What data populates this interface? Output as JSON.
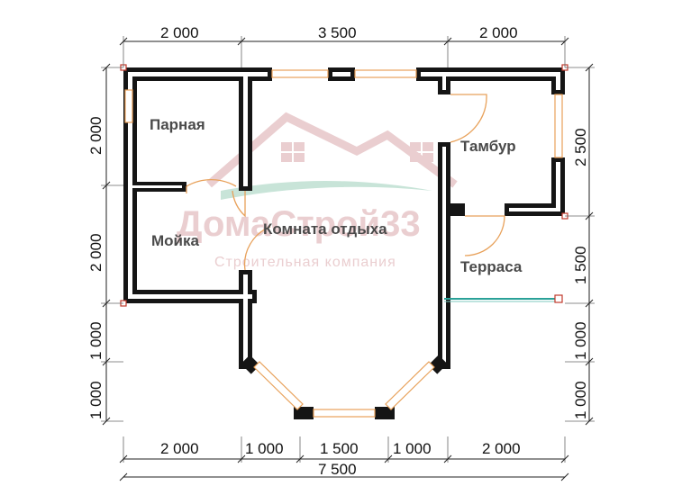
{
  "rooms": {
    "parnaya": "Парная",
    "moyka": "Мойка",
    "komnata": "Комната отдыха",
    "tambur": "Тамбур",
    "terrasa": "Терраса"
  },
  "dims": {
    "top": [
      "2 000",
      "3 500",
      "2 000"
    ],
    "bottom": [
      "2 000",
      "1 000",
      "1 500",
      "1 000",
      "2 000"
    ],
    "total": "7 500",
    "left": [
      "2 000",
      "2 000",
      "1 000",
      "1 000"
    ],
    "right": [
      "2 500",
      "1 500",
      "1 000",
      "1 000"
    ]
  },
  "watermark": {
    "title": "ДомаСтрой33",
    "subtitle": "Строительная компания"
  },
  "colors": {
    "wall": "#151515",
    "window": "#e8a15a",
    "terrace_rail": "#2aa198",
    "watermark": "#e7c6c8"
  }
}
